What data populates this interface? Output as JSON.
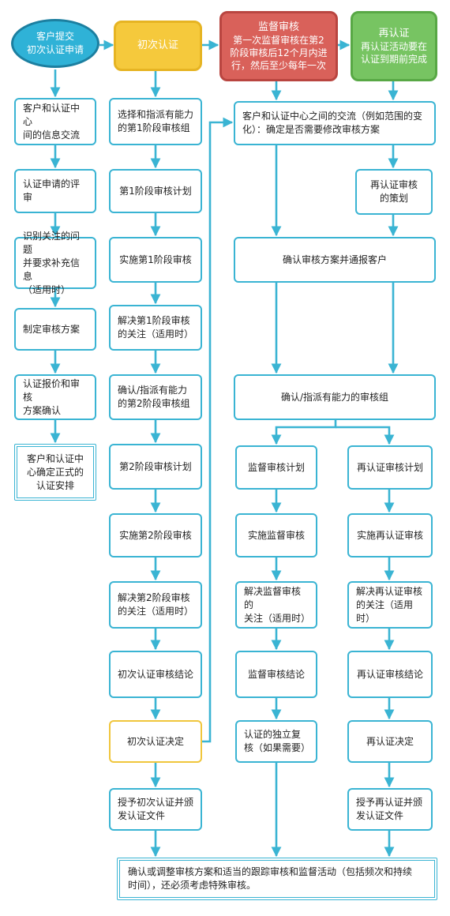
{
  "start": {
    "line1": "客户提交",
    "line2": "初次认证申请"
  },
  "initial_header": {
    "title": "初次认证"
  },
  "surveillance_header": {
    "title": "监督审核",
    "line1": "第一次监督审核在第2",
    "line2": "阶段审核后12个月内进",
    "line3": "行，然后至少每年一次"
  },
  "recert_header": {
    "title": "再认证",
    "line1": "再认证活动要在",
    "line2": "认证到期前完成"
  },
  "col1": [
    {
      "line1": "客户和认证中心",
      "line2": "间的信息交流"
    },
    {
      "line1": "认证申请的评审",
      "line2": ""
    },
    {
      "line1": "识别关注的问题",
      "line2": "并要求补充信息",
      "line3": "（适用时）"
    },
    {
      "line1": "制定审核方案",
      "line2": ""
    },
    {
      "line1": "认证报价和审核",
      "line2": "方案确认"
    },
    {
      "line1": "客户和认证中",
      "line2": "心确定正式的",
      "line3": "认证安排"
    }
  ],
  "col2": [
    {
      "line1": "选择和指派有能力",
      "line2": "的第1阶段审核组"
    },
    {
      "line1": "第1阶段审核计划",
      "line2": ""
    },
    {
      "line1": "实施第1阶段审核",
      "line2": ""
    },
    {
      "line1": "解决第1阶段审核",
      "line2": "的关注（适用时）"
    },
    {
      "line1": "确认/指派有能力",
      "line2": "的第2阶段审核组"
    },
    {
      "line1": "第2阶段审核计划",
      "line2": ""
    },
    {
      "line1": "实施第2阶段审核",
      "line2": ""
    },
    {
      "line1": "解决第2阶段审核",
      "line2": "的关注（适用时）"
    },
    {
      "line1": "初次认证审核结论",
      "line2": ""
    },
    {
      "line1": "初次认证决定",
      "line2": ""
    },
    {
      "line1": "授予初次认证并颁",
      "line2": "发认证文件"
    }
  ],
  "shared": {
    "exchange_line1": "客户和认证中心之间的交流（例如范围的变",
    "exchange_line2": "化）：确定是否需要修改审核方案",
    "recert_planning_line1": "再认证审核",
    "recert_planning_line2": "的策划",
    "confirm_program": "确认审核方案并通报客户",
    "confirm_team": "确认/指派有能力的审核组"
  },
  "col3": [
    {
      "line1": "监督审核计划",
      "line2": ""
    },
    {
      "line1": "实施监督审核",
      "line2": ""
    },
    {
      "line1": "解决监督审核的",
      "line2": "关注（适用时）"
    },
    {
      "line1": "监督审核结论",
      "line2": ""
    },
    {
      "line1": "认证的独立复",
      "line2": "核（如果需要）"
    }
  ],
  "col4": [
    {
      "line1": "再认证审核计划",
      "line2": ""
    },
    {
      "line1": "实施再认证审核",
      "line2": ""
    },
    {
      "line1": "解决再认证审核",
      "line2": "的关注（适用时）"
    },
    {
      "line1": "再认证审核结论",
      "line2": ""
    },
    {
      "line1": "再认证决定",
      "line2": ""
    },
    {
      "line1": "授予再认证并颁",
      "line2": "发认证文件"
    }
  ],
  "final": {
    "line1": "确认或调整审核方案和适当的跟踪审核和监督活动（包括频次和持续",
    "line2": "时间），还必须考虑特殊审核。"
  },
  "colors": {
    "box_border": "#3ab4d3",
    "arrow": "#3ab4d3",
    "start_fill": "#2fb2d7",
    "initial_fill": "#f5c93c",
    "surveillance_fill": "#d9615a",
    "recert_fill": "#77c462"
  }
}
